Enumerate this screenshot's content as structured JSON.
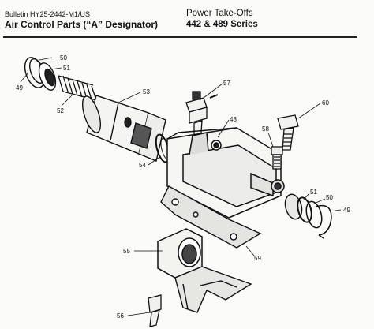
{
  "header": {
    "bulletin": "Bulletin HY25-2442-M1/US",
    "subtitle": "Air Control Parts (“A” Designator)",
    "title": "Power Take-Offs",
    "series": "442 & 489 Series"
  },
  "callouts": {
    "c50a": "50",
    "c51a": "51",
    "c49a": "49",
    "c52": "52",
    "c53": "53",
    "c57": "57",
    "c60": "60",
    "c48": "48",
    "c58": "58",
    "c54": "54",
    "c51b": "51",
    "c50b": "50",
    "c49b": "49",
    "c55": "55",
    "c59": "59",
    "c56": "56"
  }
}
